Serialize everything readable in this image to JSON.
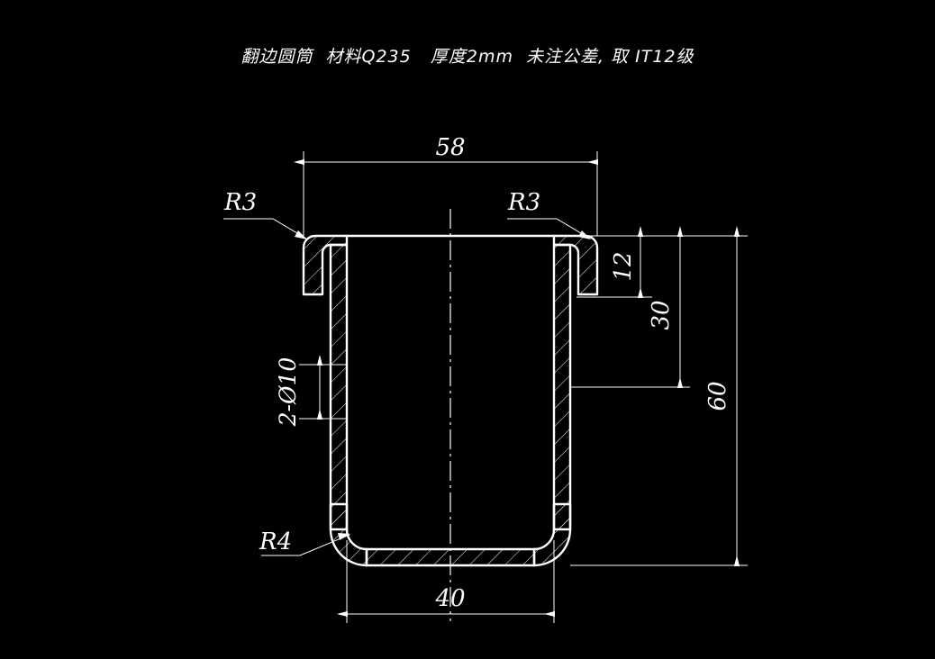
{
  "drawing": {
    "title_note": "翻边圆筒  材料Q235   厚度2mm  未注公差, 取 IT12级",
    "background_color": "#000000",
    "line_color": "#ffffff",
    "view_type": "section-view",
    "part_name": "翻边圆筒",
    "material": "Q235",
    "thickness": "2mm",
    "tolerance_note": "未注公差, 取 IT12级"
  },
  "dimensions": {
    "top_width": "58",
    "bottom_width": "40",
    "flange_height": "12",
    "mid_height": "30",
    "total_height": "60",
    "hole_callout": "2-Ø10",
    "radius_left_flange": "R3",
    "radius_right_flange": "R3",
    "radius_bottom": "R4"
  },
  "chart_data": {
    "type": "table",
    "title": "翻边圆筒  材料Q235   厚度2mm  未注公差, 取 IT12级",
    "categories": [
      "top_width",
      "bottom_width",
      "flange_height",
      "mid_height",
      "total_height",
      "hole",
      "flange_radius",
      "bottom_radius"
    ],
    "values": [
      58,
      40,
      12,
      30,
      60,
      10,
      3,
      4
    ],
    "labels": [
      "58",
      "40",
      "12",
      "30",
      "60",
      "2-Ø10",
      "R3",
      "R4"
    ],
    "xlabel": "",
    "ylabel": ""
  }
}
